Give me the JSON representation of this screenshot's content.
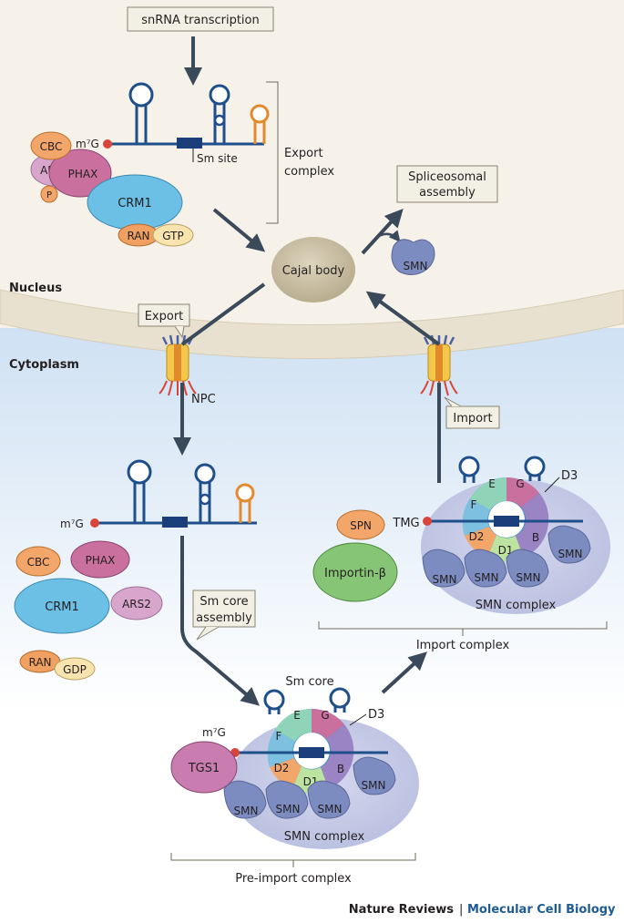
{
  "regions": {
    "nucleus": "Nucleus",
    "cytoplasm": "Cytoplasm"
  },
  "boxes": {
    "snrna_transcription": "snRNA transcription",
    "spliceosomal_assembly_1": "Spliceosomal",
    "spliceosomal_assembly_2": "assembly",
    "export": "Export",
    "import": "Import",
    "sm_core_assembly_1": "Sm core",
    "sm_core_assembly_2": "assembly"
  },
  "labels": {
    "sm_site": "Sm site",
    "export_complex_1": "Export",
    "export_complex_2": "complex",
    "cajal_body": "Cajal body",
    "npc": "NPC",
    "m7g_1": "m⁷G",
    "m7g_2": "m⁷G",
    "m7g_3": "m⁷G",
    "tmg": "TMG",
    "sm_core": "Sm core",
    "d3_1": "D3",
    "d3_2": "D3",
    "smn_complex_1": "SMN complex",
    "smn_complex_2": "SMN complex",
    "import_complex": "Import complex",
    "pre_import_complex": "Pre-import complex"
  },
  "proteins": {
    "cbc": "CBC",
    "ars2": "ARS2",
    "phax": "PHAX",
    "p": "P",
    "crm1": "CRM1",
    "ran": "RAN",
    "gtp": "GTP",
    "gdp": "GDP",
    "smn": "SMN",
    "spn": "SPN",
    "importin": "Importin-β",
    "tgs1": "TGS1",
    "sm_e": "E",
    "sm_g": "G",
    "sm_f": "F",
    "sm_b": "B",
    "sm_d1": "D1",
    "sm_d2": "D2"
  },
  "footer": {
    "journal": "Nature Reviews",
    "separator": "|",
    "section": "Molecular Cell Biology"
  },
  "colors": {
    "nucleus_bg": "#f5f1e8",
    "cytoplasm_bg": "#dce9f6",
    "membrane": "#e8e0cf",
    "arrow": "#3b4a5a",
    "rna": "#1f4f8b",
    "orange_rna": "#e48a2e",
    "cbc": "#f2a66a",
    "ars2": "#d8a6cc",
    "phax": "#c9709f",
    "crm1": "#6cc0e5",
    "ran": "#f0a060",
    "gtp": "#f9e4b0",
    "cajal": "#c9bea2",
    "smn": "#7d8cc0",
    "smn_complex": "#c9cde9",
    "importin": "#86c576",
    "tgs1": "#c97cb0",
    "journal_blue": "#1f5b93",
    "box_fill": "#f2efe4"
  }
}
